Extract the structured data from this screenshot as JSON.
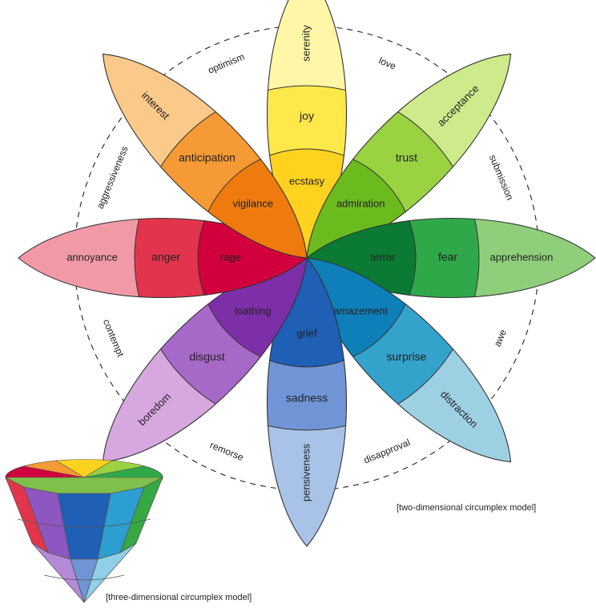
{
  "diagram": {
    "petals": [
      {
        "key": "joy",
        "outer": "serenity",
        "middle": "joy",
        "inner": "ecstasy",
        "colors": [
          "#fff6a8",
          "#ffe84a",
          "#ffd21f"
        ]
      },
      {
        "key": "trust",
        "outer": "acceptance",
        "middle": "trust",
        "inner": "admiration",
        "colors": [
          "#cdeb8b",
          "#9bd241",
          "#6bbb1f"
        ]
      },
      {
        "key": "fear",
        "outer": "apprehension",
        "middle": "fear",
        "inner": "terror",
        "colors": [
          "#8fcf7c",
          "#2fa84a",
          "#0a7a34"
        ]
      },
      {
        "key": "surprise",
        "outer": "distraction",
        "middle": "surprise",
        "inner": "amazement",
        "colors": [
          "#9ed0e4",
          "#33a3cc",
          "#0e7fb8"
        ]
      },
      {
        "key": "sadness",
        "outer": "pensiveness",
        "middle": "sadness",
        "inner": "grief",
        "colors": [
          "#a9c3e8",
          "#6f95d6",
          "#1f5fb5"
        ]
      },
      {
        "key": "disgust",
        "outer": "boredom",
        "middle": "disgust",
        "inner": "loathing",
        "colors": [
          "#d7a8e0",
          "#a769c7",
          "#7d2fa8"
        ]
      },
      {
        "key": "anger",
        "outer": "annoyance",
        "middle": "anger",
        "inner": "rage",
        "colors": [
          "#f19aa6",
          "#e2354d",
          "#d1003d"
        ]
      },
      {
        "key": "anticipation",
        "outer": "interest",
        "middle": "anticipation",
        "inner": "vigilance",
        "colors": [
          "#fbc98a",
          "#f59a35",
          "#ef7b0e"
        ]
      }
    ],
    "dyads": [
      "love",
      "submission",
      "awe",
      "disapproval",
      "remorse",
      "contempt",
      "aggressiveness",
      "optimism"
    ]
  },
  "captions": {
    "two_d": "[two-dimensional circumplex model]",
    "three_d": "[three-dimensional circumplex model]"
  }
}
